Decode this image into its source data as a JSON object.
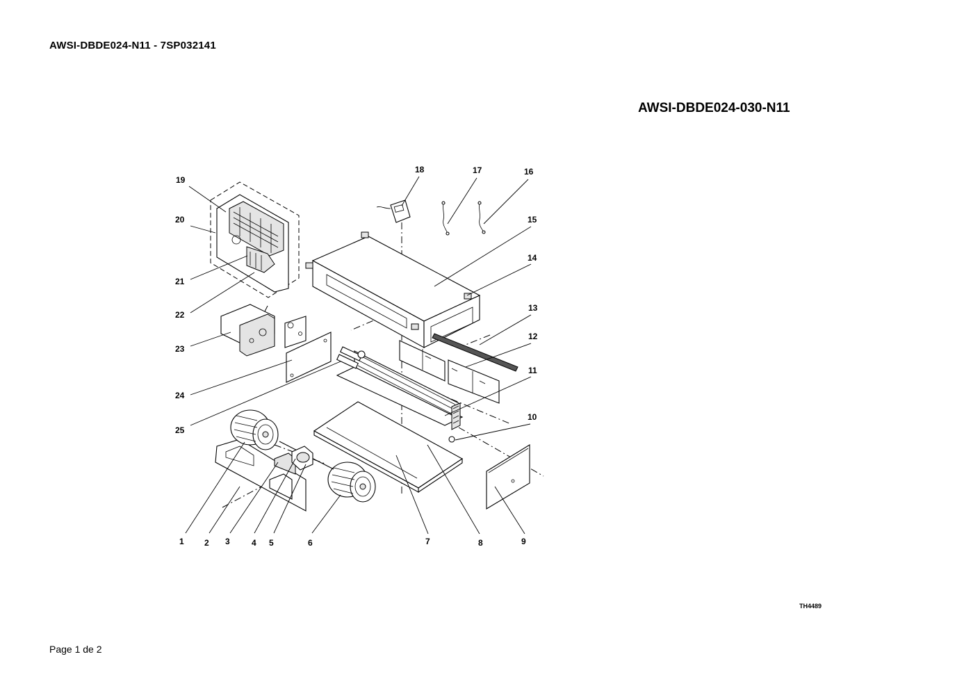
{
  "header": {
    "document_title": "AWSI-DBDE024-N11 - 7SP032141"
  },
  "model_title": "AWSI-DBDE024-030-N11",
  "drawing_code": "TH4489",
  "footer": {
    "page_label": "Page 1 de 2"
  },
  "part_labels": [
    "1",
    "2",
    "3",
    "4",
    "5",
    "6",
    "7",
    "8",
    "9",
    "10",
    "11",
    "12",
    "13",
    "14",
    "15",
    "16",
    "17",
    "18",
    "19",
    "20",
    "21",
    "22",
    "23",
    "24",
    "25"
  ]
}
